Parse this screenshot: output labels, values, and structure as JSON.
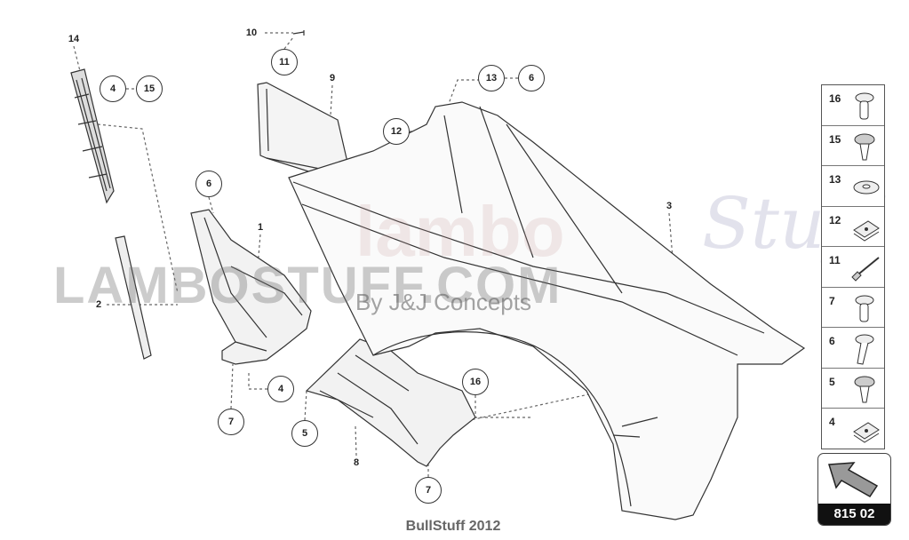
{
  "diagram": {
    "callouts_circled": [
      {
        "id": "c4a",
        "label": "4"
      },
      {
        "id": "c15",
        "label": "15"
      },
      {
        "id": "c11",
        "label": "11"
      },
      {
        "id": "c13",
        "label": "13"
      },
      {
        "id": "c6a",
        "label": "6"
      },
      {
        "id": "c12",
        "label": "12"
      },
      {
        "id": "c6b",
        "label": "6"
      },
      {
        "id": "c4b",
        "label": "4"
      },
      {
        "id": "c16",
        "label": "16"
      },
      {
        "id": "c7a",
        "label": "7"
      },
      {
        "id": "c5",
        "label": "5"
      },
      {
        "id": "c7b",
        "label": "7"
      }
    ],
    "part_labels": [
      {
        "id": "p14",
        "label": "14"
      },
      {
        "id": "p10",
        "label": "10"
      },
      {
        "id": "p9",
        "label": "9"
      },
      {
        "id": "p1",
        "label": "1"
      },
      {
        "id": "p3",
        "label": "3"
      },
      {
        "id": "p2",
        "label": "2"
      },
      {
        "id": "p8",
        "label": "8"
      }
    ]
  },
  "legend": {
    "items": [
      {
        "number": "16",
        "icon": "screw-flange-icon"
      },
      {
        "number": "15",
        "icon": "screw-pan-tapping-icon"
      },
      {
        "number": "13",
        "icon": "washer-icon"
      },
      {
        "number": "12",
        "icon": "clip-nut-icon"
      },
      {
        "number": "11",
        "icon": "rivet-icon"
      },
      {
        "number": "7",
        "icon": "screw-flange-icon"
      },
      {
        "number": "6",
        "icon": "bolt-icon"
      },
      {
        "number": "5",
        "icon": "screw-pan-tapping-icon"
      },
      {
        "number": "4",
        "icon": "clip-nut-icon"
      }
    ]
  },
  "page_ref": {
    "code": "815 02",
    "icon": "direction-arrow-icon"
  },
  "footer": "BullStuff 2012",
  "watermark": {
    "main": "LAMBOSTUFF.COM",
    "sub": "By J&J Concepts",
    "brand": "lambo",
    "script": "Stuff"
  }
}
